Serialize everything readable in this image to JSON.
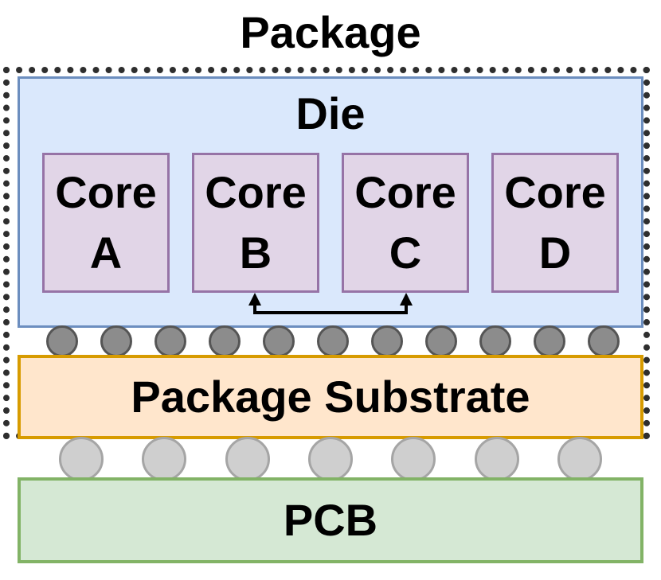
{
  "package": {
    "title": "Package"
  },
  "die": {
    "label": "Die"
  },
  "cores": [
    {
      "line1": "Core",
      "line2": "A"
    },
    {
      "line1": "Core",
      "line2": "B"
    },
    {
      "line1": "Core",
      "line2": "C"
    },
    {
      "line1": "Core",
      "line2": "D"
    }
  ],
  "substrate": {
    "label": "Package Substrate"
  },
  "pcb": {
    "label": "PCB"
  },
  "colors": {
    "die_fill": "#dae8fc",
    "die_stroke": "#6c8ebf",
    "core_fill": "#e1d5e7",
    "core_stroke": "#9673a6",
    "substrate_fill": "#ffe6cc",
    "substrate_stroke": "#d79b00",
    "pcb_fill": "#d5e8d4",
    "pcb_stroke": "#82b366",
    "microbump_fill": "#8c8c8c",
    "solder_ball_fill": "#cfcfcf"
  }
}
